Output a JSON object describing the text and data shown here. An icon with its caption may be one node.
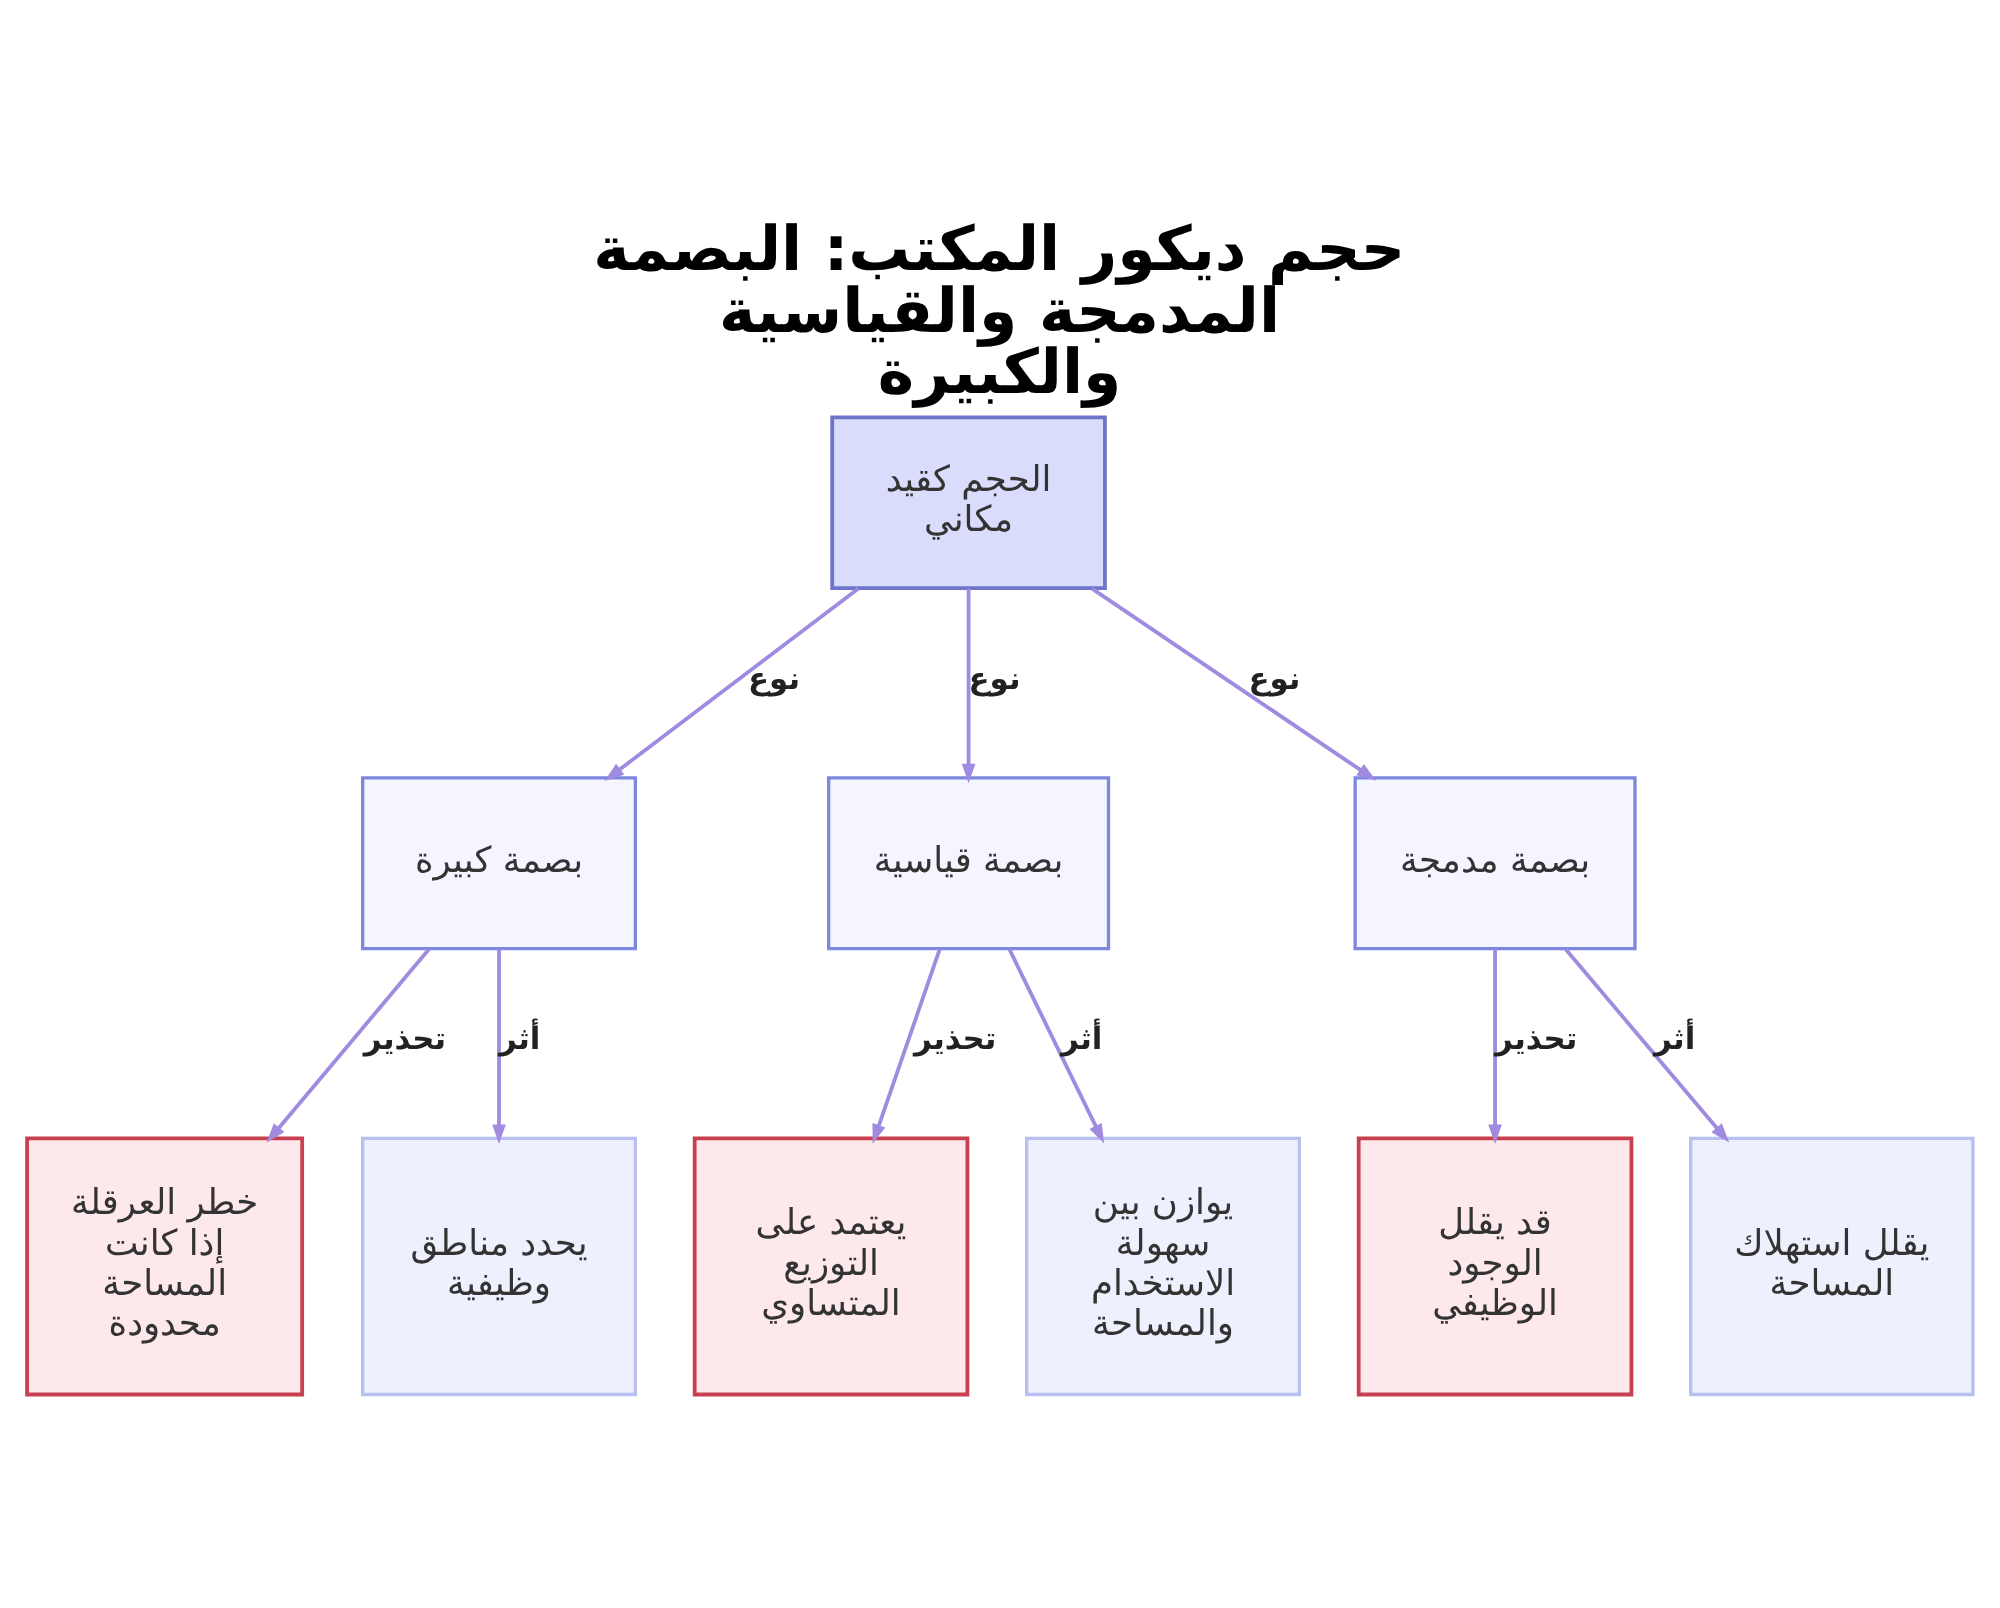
{
  "diagram": {
    "title": "حجم ديكور المكتب: البصمة المدمجة والقياسية والكبيرة",
    "nodes": [
      {
        "text": [
          "الحجم كقيد مكاني"
        ]
      },
      {
        "text": [
          "بصمة كبيرة"
        ]
      },
      {
        "text": [
          "بصمة قياسية"
        ]
      },
      {
        "text": [
          "بصمة مدمجة"
        ]
      },
      {
        "text": [
          "خطر العرقلة إذا كانت المساحة محدودة"
        ]
      },
      {
        "text": [
          "يحدد مناطق وظيفية"
        ]
      },
      {
        "text": [
          "يعتمد على التوزيع المتساوي"
        ]
      },
      {
        "text": [
          "يوازن بين سهولة الاستخدام والمساحة"
        ]
      },
      {
        "text": [
          "قد يقلل الوجود الوظيفي"
        ]
      },
      {
        "text": [
          "يقلل استهلاك المساحة"
        ]
      }
    ],
    "edges": [
      {
        "from": 0,
        "to": 1,
        "arrow": "to",
        "label": "نوع"
      },
      {
        "from": 0,
        "to": 2,
        "arrow": "to",
        "label": "نوع"
      },
      {
        "from": 0,
        "to": 3,
        "arrow": "to",
        "label": "نوع"
      },
      {
        "from": 1,
        "to": 4,
        "arrow": "to",
        "label": "تحذير"
      },
      {
        "from": 1,
        "to": 5,
        "arrow": "to",
        "label": "أثر"
      },
      {
        "from": 2,
        "to": 6,
        "arrow": "to",
        "label": "تحذير"
      },
      {
        "from": 2,
        "to": 7,
        "arrow": "to",
        "label": "أثر"
      },
      {
        "from": 3,
        "to": 8,
        "arrow": "to",
        "label": "تحذير"
      },
      {
        "from": 3,
        "to": 9,
        "arrow": "to",
        "label": "أثر"
      }
    ]
  }
}
